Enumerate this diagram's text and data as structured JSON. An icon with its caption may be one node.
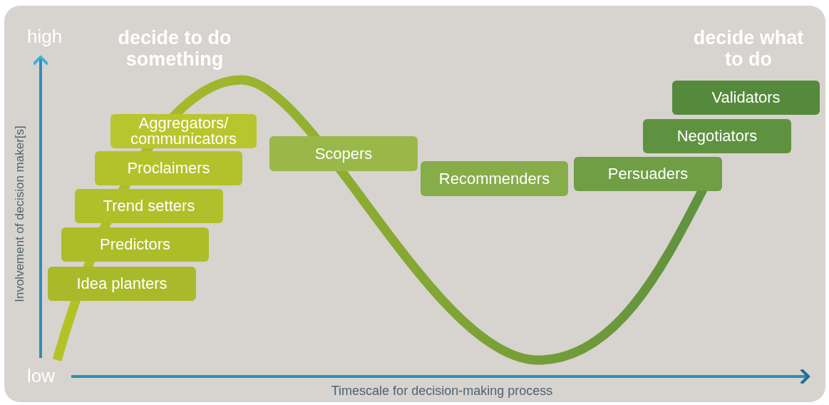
{
  "diagram": {
    "nodes": [
      {
        "text": [
          "Aggregators/ communicators"
        ]
      },
      {
        "text": [
          "Proclaimers"
        ]
      },
      {
        "text": [
          "Trend setters"
        ]
      },
      {
        "text": [
          "Predictors"
        ]
      },
      {
        "text": [
          "Idea planters"
        ]
      },
      {
        "text": [
          "Scopers"
        ]
      },
      {
        "text": [
          "Recommenders"
        ]
      },
      {
        "text": [
          "Persuaders"
        ]
      },
      {
        "text": [
          "Negotiators"
        ]
      },
      {
        "text": [
          "Validators"
        ]
      }
    ],
    "labels": [
      "high",
      "decide to do something",
      "decide what to do",
      "Involvement of decision maker[s]",
      "low",
      "Timescale for decision-making process"
    ]
  }
}
